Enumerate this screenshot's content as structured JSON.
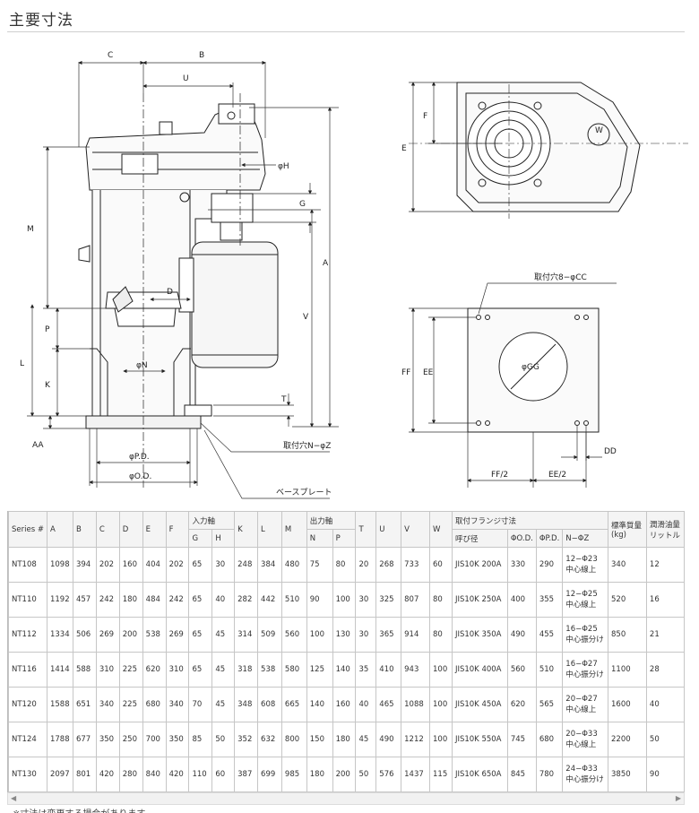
{
  "header": {
    "title": "主要寸法"
  },
  "drawing": {
    "labels": {
      "C": "C",
      "B": "B",
      "U": "U",
      "E": "E",
      "F": "F",
      "W": "W",
      "M": "M",
      "A": "A",
      "V": "V",
      "L": "L",
      "P": "P",
      "K": "K",
      "AA": "AA",
      "D": "D",
      "G": "G",
      "T": "T",
      "FF": "FF",
      "EE": "EE",
      "DD": "DD",
      "phiH": "φH",
      "phiN": "φN",
      "phiPD": "φP.D.",
      "phiOD": "φO.D.",
      "phiGG": "φGG",
      "holes_N": "取付穴N−φZ",
      "holes_8": "取付穴8−φCC",
      "base_plate": "ベースプレート",
      "FF2": "FF/2",
      "EE2": "EE/2"
    }
  },
  "table": {
    "headers": {
      "series": "Series #",
      "A": "A",
      "B": "B",
      "C": "C",
      "D": "D",
      "E": "E",
      "F": "F",
      "input_shaft": "入力軸",
      "G": "G",
      "H": "H",
      "K": "K",
      "L": "L",
      "M": "M",
      "output_shaft": "出力軸",
      "N": "N",
      "P": "P",
      "T": "T",
      "U": "U",
      "V": "V",
      "W": "W",
      "flange": "取付フランジ寸法",
      "nominal": "呼び径",
      "OD": "ΦO.D.",
      "PD": "ΦP.D.",
      "NZ": "N−ΦZ",
      "weight": "標準質量",
      "weight_unit": "(kg)",
      "oil": "潤滑油量",
      "oil_unit": "リットル"
    },
    "rows": [
      {
        "s": "NT108",
        "A": "1098",
        "B": "394",
        "C": "202",
        "D": "160",
        "E": "404",
        "F": "202",
        "G": "65",
        "H": "30",
        "K": "248",
        "L": "384",
        "M": "480",
        "N": "75",
        "P": "80",
        "T": "20",
        "U": "268",
        "V": "733",
        "W": "60",
        "nom": "JIS10K 200A",
        "od": "330",
        "pd": "290",
        "nz1": "12−Φ23",
        "nz2": "中心線上",
        "kg": "340",
        "oil": "12"
      },
      {
        "s": "NT110",
        "A": "1192",
        "B": "457",
        "C": "242",
        "D": "180",
        "E": "484",
        "F": "242",
        "G": "65",
        "H": "40",
        "K": "282",
        "L": "442",
        "M": "510",
        "N": "90",
        "P": "100",
        "T": "30",
        "U": "325",
        "V": "807",
        "W": "80",
        "nom": "JIS10K 250A",
        "od": "400",
        "pd": "355",
        "nz1": "12−Φ25",
        "nz2": "中心線上",
        "kg": "520",
        "oil": "16"
      },
      {
        "s": "NT112",
        "A": "1334",
        "B": "506",
        "C": "269",
        "D": "200",
        "E": "538",
        "F": "269",
        "G": "65",
        "H": "45",
        "K": "314",
        "L": "509",
        "M": "560",
        "N": "100",
        "P": "130",
        "T": "30",
        "U": "365",
        "V": "914",
        "W": "80",
        "nom": "JIS10K 350A",
        "od": "490",
        "pd": "455",
        "nz1": "16−Φ25",
        "nz2": "中心振分け",
        "kg": "850",
        "oil": "21"
      },
      {
        "s": "NT116",
        "A": "1414",
        "B": "588",
        "C": "310",
        "D": "225",
        "E": "620",
        "F": "310",
        "G": "65",
        "H": "45",
        "K": "318",
        "L": "538",
        "M": "580",
        "N": "125",
        "P": "140",
        "T": "35",
        "U": "410",
        "V": "943",
        "W": "100",
        "nom": "JIS10K 400A",
        "od": "560",
        "pd": "510",
        "nz1": "16−Φ27",
        "nz2": "中心振分け",
        "kg": "1100",
        "oil": "28"
      },
      {
        "s": "NT120",
        "A": "1588",
        "B": "651",
        "C": "340",
        "D": "225",
        "E": "680",
        "F": "340",
        "G": "70",
        "H": "45",
        "K": "348",
        "L": "608",
        "M": "665",
        "N": "140",
        "P": "160",
        "T": "40",
        "U": "465",
        "V": "1088",
        "W": "100",
        "nom": "JIS10K 450A",
        "od": "620",
        "pd": "565",
        "nz1": "20−Φ27",
        "nz2": "中心線上",
        "kg": "1600",
        "oil": "40"
      },
      {
        "s": "NT124",
        "A": "1788",
        "B": "677",
        "C": "350",
        "D": "250",
        "E": "700",
        "F": "350",
        "G": "85",
        "H": "50",
        "K": "352",
        "L": "632",
        "M": "800",
        "N": "150",
        "P": "180",
        "T": "45",
        "U": "490",
        "V": "1212",
        "W": "100",
        "nom": "JIS10K 550A",
        "od": "745",
        "pd": "680",
        "nz1": "20−Φ33",
        "nz2": "中心線上",
        "kg": "2200",
        "oil": "50"
      },
      {
        "s": "NT130",
        "A": "2097",
        "B": "801",
        "C": "420",
        "D": "280",
        "E": "840",
        "F": "420",
        "G": "110",
        "H": "60",
        "K": "387",
        "L": "699",
        "M": "985",
        "N": "180",
        "P": "200",
        "T": "50",
        "U": "576",
        "V": "1437",
        "W": "115",
        "nom": "JIS10K 650A",
        "od": "845",
        "pd": "780",
        "nz1": "24−Φ33",
        "nz2": "中心振分け",
        "kg": "3850",
        "oil": "90"
      }
    ]
  },
  "footer": {
    "note": "※寸法は変更する場合があります。"
  }
}
